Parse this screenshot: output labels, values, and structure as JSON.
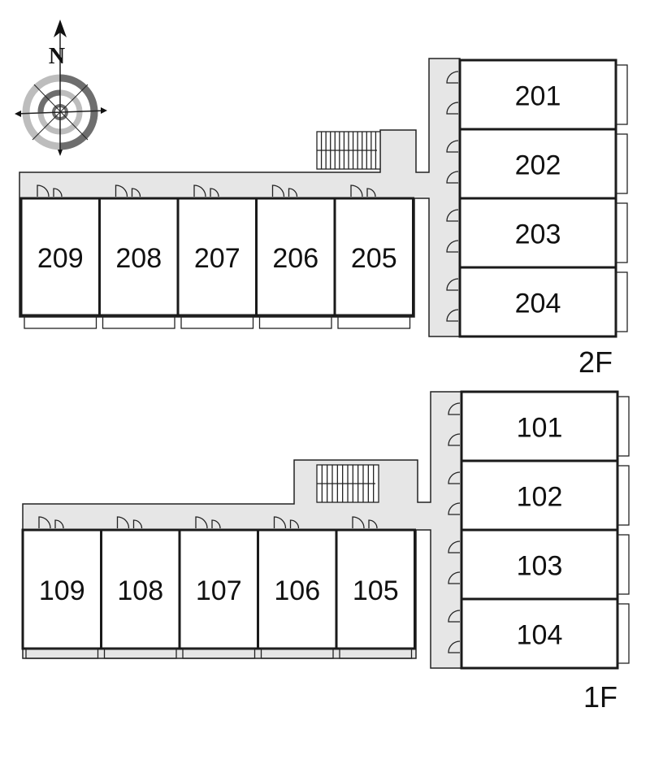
{
  "compass": {
    "north_label": "N",
    "icon": "compass-rose-icon"
  },
  "floors": [
    {
      "label": "2F",
      "rooms_horizontal": [
        "209",
        "208",
        "207",
        "206",
        "205"
      ],
      "rooms_vertical": [
        "201",
        "202",
        "203",
        "204"
      ]
    },
    {
      "label": "1F",
      "rooms_horizontal": [
        "109",
        "108",
        "107",
        "106",
        "105"
      ],
      "rooms_vertical": [
        "101",
        "102",
        "103",
        "104"
      ]
    }
  ],
  "colors": {
    "corridor": "#e6e6e6",
    "wall": "#1a1a1a",
    "compass_dark": "#6e6e6e",
    "compass_light": "#bdbdbd"
  }
}
